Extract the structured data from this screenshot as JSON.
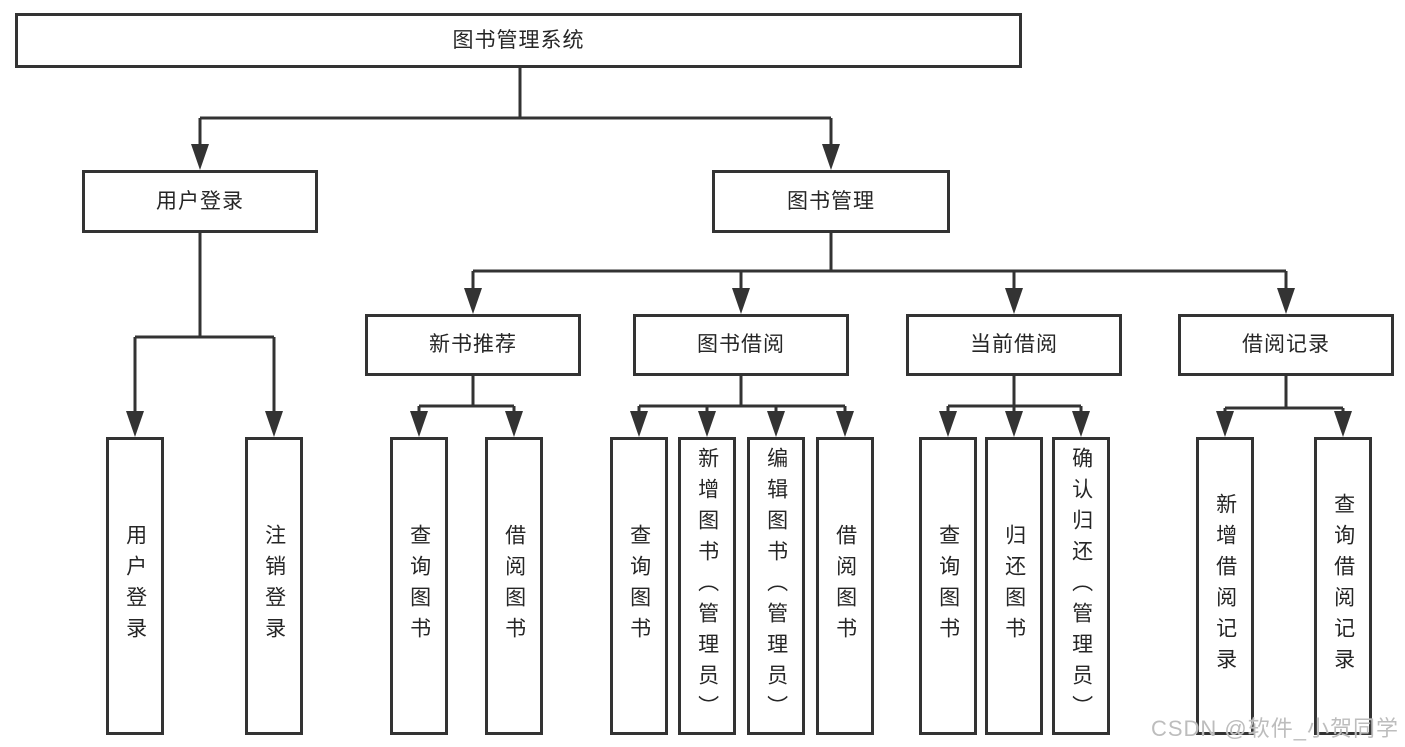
{
  "diagram": {
    "type": "hierarchy-tree",
    "nodes": {
      "root": "图书管理系统",
      "user_login": "用户登录",
      "book_management": "图书管理",
      "new_book_recommend": "新书推荐",
      "book_borrow": "图书借阅",
      "current_borrow": "当前借阅",
      "borrow_records": "借阅记录",
      "leaf_user_login": "用户登录",
      "leaf_logout": "注销登录",
      "leaf_query_book_1": "查询图书",
      "leaf_borrow_book_1": "借阅图书",
      "leaf_query_book_2": "查询图书",
      "leaf_add_book": "新增图书（管理员）",
      "leaf_edit_book": "编辑图书（管理员）",
      "leaf_borrow_book_2": "借阅图书",
      "leaf_query_book_3": "查询图书",
      "leaf_return_book": "归还图书",
      "leaf_confirm_return": "确认归还（管理员）",
      "leaf_add_borrow_record": "新增借阅记录",
      "leaf_query_borrow_record": "查询借阅记录"
    },
    "structure": {
      "图书管理系统": {
        "用户登录": [
          "用户登录",
          "注销登录"
        ],
        "图书管理": {
          "新书推荐": [
            "查询图书",
            "借阅图书"
          ],
          "图书借阅": [
            "查询图书",
            "新增图书（管理员）",
            "编辑图书（管理员）",
            "借阅图书"
          ],
          "当前借阅": [
            "查询图书",
            "归还图书",
            "确认归还（管理员）"
          ],
          "借阅记录": [
            "新增借阅记录",
            "查询借阅记录"
          ]
        }
      }
    },
    "colors": {
      "line": "#333333",
      "box_border": "#333333",
      "text": "#262626",
      "background": "#ffffff",
      "watermark": "#bdbdbd"
    }
  },
  "watermark": "CSDN @软件_小贺同学"
}
